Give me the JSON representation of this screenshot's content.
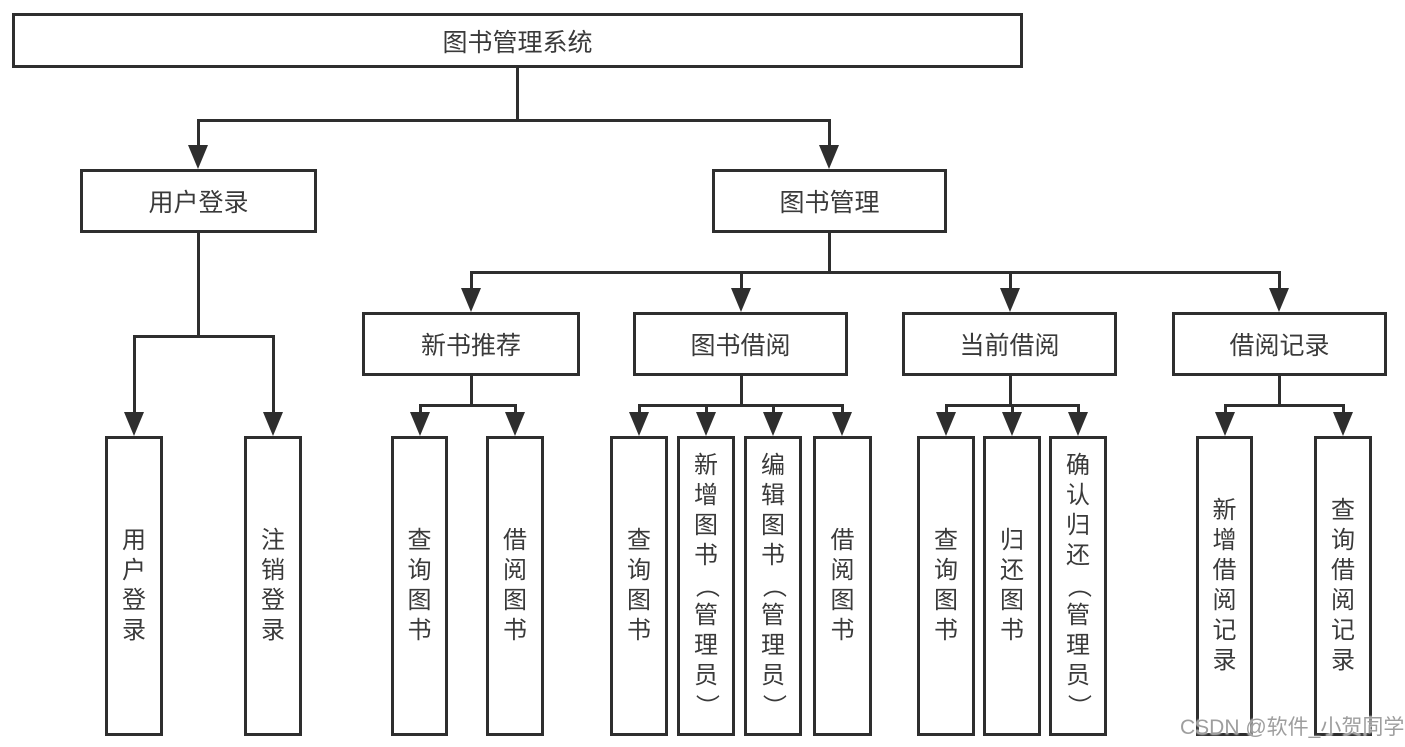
{
  "diagram": {
    "type": "tree",
    "title": "图书管理系统",
    "watermark": "CSDN @软件_小贺同学",
    "colors": {
      "line": "#2e2e2e",
      "text": "#3a3a3a",
      "box_background": "#ffffff",
      "page_background": "#ffffff",
      "watermark": "#9e9e9e"
    },
    "nodes": [
      {
        "id": "root",
        "label": "图书管理系统",
        "parent": null
      },
      {
        "id": "user-login",
        "label": "用户登录",
        "parent": "root"
      },
      {
        "id": "book-mgmt",
        "label": "图书管理",
        "parent": "root"
      },
      {
        "id": "user-login-leaf",
        "label": "用户登录",
        "parent": "user-login"
      },
      {
        "id": "logout-leaf",
        "label": "注销登录",
        "parent": "user-login"
      },
      {
        "id": "new-book-rec",
        "label": "新书推荐",
        "parent": "book-mgmt"
      },
      {
        "id": "book-borrow",
        "label": "图书借阅",
        "parent": "book-mgmt"
      },
      {
        "id": "current-borrow",
        "label": "当前借阅",
        "parent": "book-mgmt"
      },
      {
        "id": "borrow-records",
        "label": "借阅记录",
        "parent": "book-mgmt"
      },
      {
        "id": "query-books-1",
        "label": "查询图书",
        "parent": "new-book-rec"
      },
      {
        "id": "borrow-books-1",
        "label": "借阅图书",
        "parent": "new-book-rec"
      },
      {
        "id": "query-books-2",
        "label": "查询图书",
        "parent": "book-borrow"
      },
      {
        "id": "add-books-admin",
        "label": "新增图书（管理员）",
        "parent": "book-borrow"
      },
      {
        "id": "edit-books-admin",
        "label": "编辑图书（管理员）",
        "parent": "book-borrow"
      },
      {
        "id": "borrow-books-2",
        "label": "借阅图书",
        "parent": "book-borrow"
      },
      {
        "id": "query-books-3",
        "label": "查询图书",
        "parent": "current-borrow"
      },
      {
        "id": "return-books",
        "label": "归还图书",
        "parent": "current-borrow"
      },
      {
        "id": "confirm-return-admin",
        "label": "确认归还（管理员）",
        "parent": "current-borrow"
      },
      {
        "id": "add-borrow-record",
        "label": "新增借阅记录",
        "parent": "borrow-records"
      },
      {
        "id": "query-borrow-record",
        "label": "查询借阅记录",
        "parent": "borrow-records"
      }
    ]
  }
}
